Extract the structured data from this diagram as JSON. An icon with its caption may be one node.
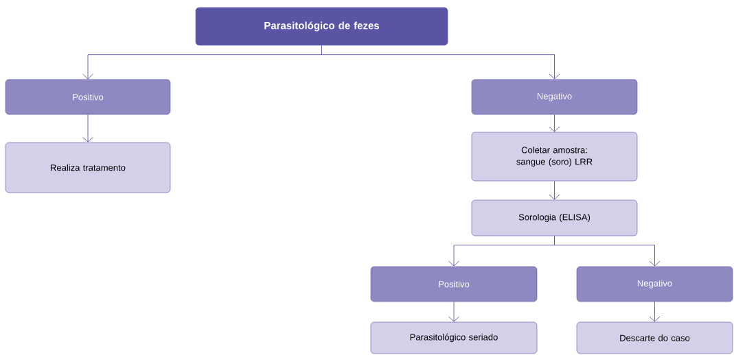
{
  "diagram": {
    "nodes": [
      {
        "text": [
          "Parasitológico de fezes"
        ]
      },
      {
        "text": [
          "Positivo"
        ]
      },
      {
        "text": [
          "Negativo"
        ]
      },
      {
        "text": [
          "Realiza tratamento"
        ]
      },
      {
        "text": [
          "Coletar amostra: sangue (soro) LRR"
        ]
      },
      {
        "text": [
          "Sorologia (ELISA)"
        ]
      },
      {
        "text": [
          "Positivo"
        ]
      },
      {
        "text": [
          "Negativo"
        ]
      },
      {
        "text": [
          "Parasitológico seriado"
        ]
      },
      {
        "text": [
          "Descarte do caso"
        ]
      }
    ],
    "edges": [
      {
        "from": 0,
        "to": 1,
        "arrow": "to"
      },
      {
        "from": 0,
        "to": 2,
        "arrow": "to"
      },
      {
        "from": 1,
        "to": 3,
        "arrow": "to"
      },
      {
        "from": 2,
        "to": 4,
        "arrow": "to"
      },
      {
        "from": 4,
        "to": 5,
        "arrow": "to"
      },
      {
        "from": 5,
        "to": 6,
        "arrow": "to"
      },
      {
        "from": 5,
        "to": 7,
        "arrow": "to"
      },
      {
        "from": 6,
        "to": 8,
        "arrow": "to"
      },
      {
        "from": 7,
        "to": 9,
        "arrow": "to"
      }
    ]
  }
}
